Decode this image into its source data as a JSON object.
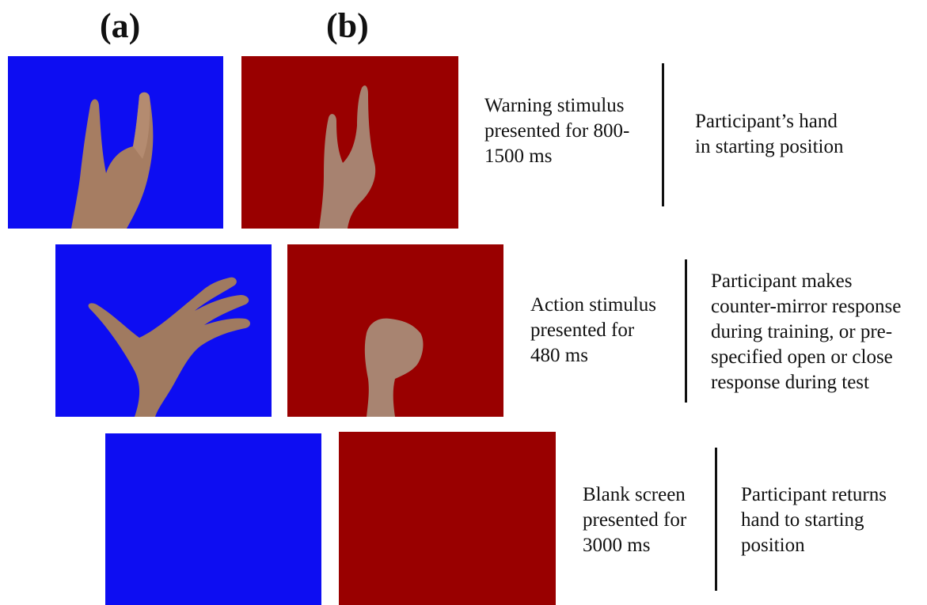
{
  "headings": {
    "a": "(a)",
    "b": "(b)"
  },
  "colors": {
    "blue_screen": "#0d0df2",
    "red_screen": "#990000",
    "skin": "#a07a60",
    "text": "#111111"
  },
  "rows": [
    {
      "panel_a": "open-hand-on-blue",
      "panel_b": "open-hand-on-red",
      "stimulus_lines": [
        "Warning stimulus",
        "presented for 800-",
        "1500 ms"
      ],
      "response_lines": [
        "Participant’s hand",
        "in starting position"
      ]
    },
    {
      "panel_a": "spread-hand-on-blue",
      "panel_b": "closed-fist-on-red",
      "stimulus_lines": [
        "Action stimulus",
        "presented for",
        "480 ms"
      ],
      "response_lines": [
        "Participant makes",
        "counter-mirror response",
        "during training, or pre-",
        "specified open or close",
        "response during test"
      ]
    },
    {
      "panel_a": "blank-blue-screen",
      "panel_b": "blank-red-screen",
      "stimulus_lines": [
        "Blank screen",
        "presented for",
        "3000 ms"
      ],
      "response_lines": [
        "Participant returns",
        "hand to starting",
        "position"
      ]
    }
  ]
}
